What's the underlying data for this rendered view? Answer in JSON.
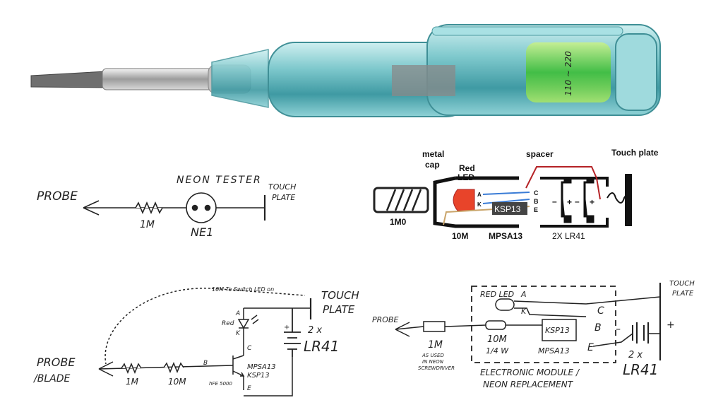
{
  "neon_tester": {
    "title": "NEON TESTER",
    "probe": "PROBE",
    "resistor": "1M",
    "lamp": "NE1",
    "touch_plate_1": "TOUCH",
    "touch_plate_2": "PLATE"
  },
  "assembly": {
    "metal_cap_1": "metal",
    "metal_cap_2": "cap",
    "red_led_1": "Red",
    "red_led_2": "LED",
    "spacer": "spacer",
    "touch_plate": "Touch plate",
    "pin_a": "A",
    "pin_k": "K",
    "pin_c": "C",
    "pin_b": "B",
    "pin_e": "E",
    "transistor": "KSP13",
    "resistor_1m": "1M0",
    "resistor_10m": "10M",
    "part_mpsa13": "MPSA13",
    "batteries": "2X LR41",
    "minus": "–",
    "plus": "+"
  },
  "led_circuit": {
    "note": "10M To Switch LED on",
    "touch_1": "TOUCH",
    "touch_2": "PLATE",
    "pin_a": "A",
    "pin_k": "K",
    "red": "Red",
    "pin_c": "C",
    "pin_b": "B",
    "pin_e": "E",
    "transistor_1": "MPSA13",
    "transistor_2": "KSP13",
    "hfe": "hFE 5000",
    "battery_qty": "2 x",
    "battery": "LR41",
    "plus": "+",
    "probe_1": "PROBE",
    "probe_2": "/BLADE",
    "r1": "1M",
    "r2": "10M"
  },
  "module": {
    "red_led": "RED LED",
    "pin_a": "A",
    "pin_k": "K",
    "pin_c": "C",
    "pin_b": "B",
    "pin_e": "E",
    "transistor": "KSP13",
    "part": "MPSA13",
    "probe": "PROBE",
    "r1": "1M",
    "r1_note_1": "AS USED",
    "r1_note_2": "IN NEON",
    "r1_note_3": "SCREWDRIVER",
    "r2": "10M",
    "r2_power": "1/4 W",
    "caption_1": "ELECTRONIC MODULE /",
    "caption_2": "NEON REPLACEMENT",
    "touch_1": "TOUCH",
    "touch_2": "PLATE",
    "plus": "+",
    "minus": "–",
    "battery_qty": "2 x",
    "battery": "LR41"
  },
  "screwdriver": {
    "label_text": "110 ~ 220"
  }
}
